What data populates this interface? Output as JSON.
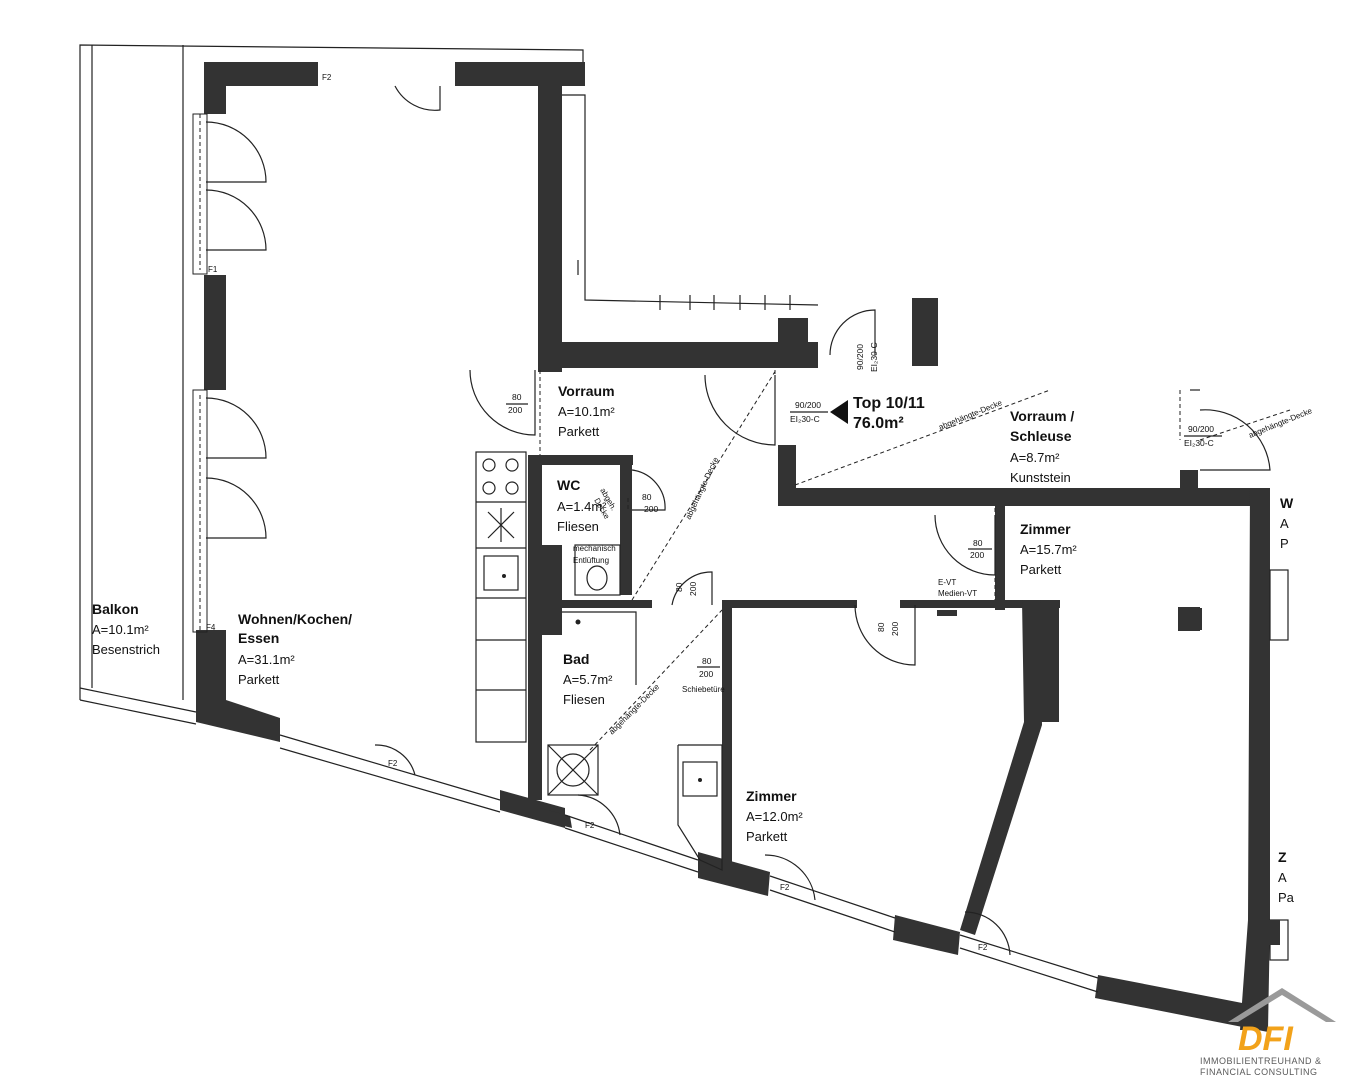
{
  "plan": {
    "unit": {
      "line1": "Top 10/11",
      "line2": "76.0m²"
    },
    "rooms": [
      {
        "id": "balkon",
        "name": "Balkon",
        "area": "A=10.1m²",
        "floor": "Besenstrich"
      },
      {
        "id": "wohnen",
        "name": "Wohnen/Kochen/",
        "name2": "Essen",
        "area": "A=31.1m²",
        "floor": "Parkett"
      },
      {
        "id": "vorraum",
        "name": "Vorraum",
        "area": "A=10.1m²",
        "floor": "Parkett"
      },
      {
        "id": "wc",
        "name": "WC",
        "area": "A=1.4m²",
        "floor": "Fliesen"
      },
      {
        "id": "bad",
        "name": "Bad",
        "area": "A=5.7m²",
        "floor": "Fliesen"
      },
      {
        "id": "zimmer1",
        "name": "Zimmer",
        "area": "A=12.0m²",
        "floor": "Parkett"
      },
      {
        "id": "zimmer2",
        "name": "Zimmer",
        "area": "A=15.7m²",
        "floor": "Parkett"
      },
      {
        "id": "schleuse",
        "name": "Vorraum /",
        "name2": "Schleuse",
        "area": "A=8.7m²",
        "floor": "Kunststein"
      }
    ],
    "labels": {
      "f1": "F1",
      "f2": "F2",
      "f4": "F4",
      "door_80": "80",
      "door_200": "200",
      "door_90_200": "90/200",
      "ei30c": "EI₂30-C",
      "abgeh_decke": "abgehängte-Decke",
      "abgeh": "abgeh.",
      "decke": "Decke",
      "mech": "mechanisch",
      "entl": "Entlüftung",
      "schiebetuer": "Schiebetüre",
      "evt": "E-VT",
      "medien": "Medien-VT",
      "edge_w": "W",
      "edge_a": "A",
      "edge_p": "P",
      "edge_z": "Z",
      "edge_pa": "Pa"
    },
    "logo": {
      "mark": "DFI",
      "line1": "IMMOBILIENTREUHAND &",
      "line2": "FINANCIAL CONSULTING"
    }
  }
}
